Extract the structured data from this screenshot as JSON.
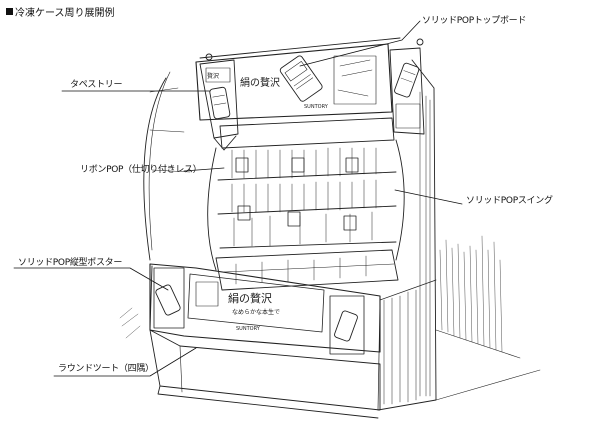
{
  "title": "冷凍ケース周り展開例",
  "callouts": {
    "top_board": "ソリッドPOPトップボード",
    "tapestry": "タペストリー",
    "ribbon_pop": "リボンPOP（仕切り付きレス）",
    "pop_swing": "ソリッドPOPスイング",
    "bottom_poster": "ソリッドPOP縦型ポスター",
    "counter": "ラウンドツート（四隅）"
  },
  "display_text": {
    "header_brand": "贅沢",
    "header_main": "絹の贅沢",
    "header_logo": "SUNTORY",
    "lower_main": "絹の贅沢",
    "lower_sub": "なめらかな本生で",
    "lower_logo": "SUNTORY"
  }
}
